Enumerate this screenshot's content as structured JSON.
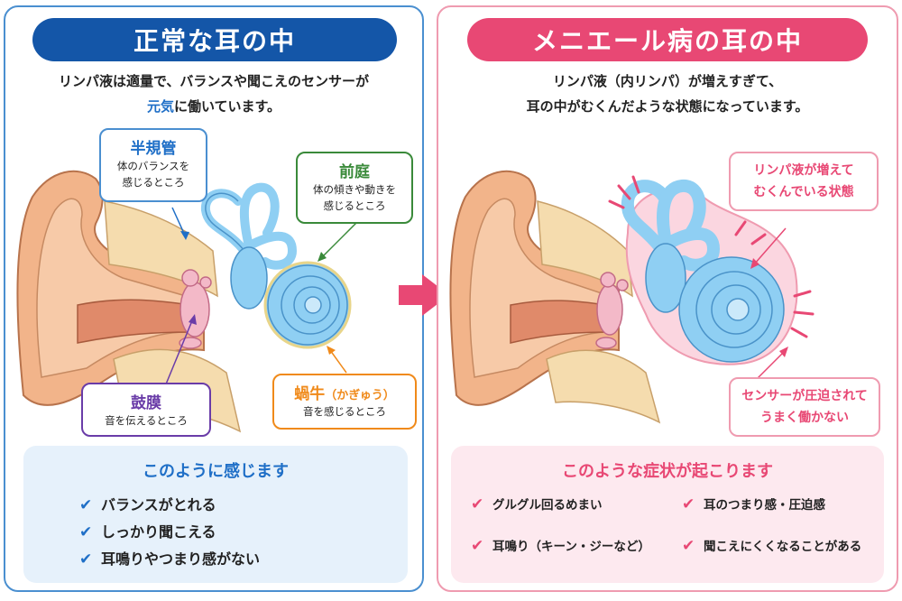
{
  "colors": {
    "normal_accent": "#1456a8",
    "meniere_accent": "#e84874",
    "fluid_blue": "#8fcff3",
    "skin": "#f2b48a"
  },
  "normal": {
    "title": "正常な耳の中",
    "intro_line1": "リンパ液は適量で、バランスや聞こえのセンサーが",
    "intro_line2_highlight": "元気",
    "intro_line2_rest": "に働いています。",
    "callouts": {
      "semicircular": {
        "title": "半規管",
        "desc1": "体のバランスを",
        "desc2": "感じるところ"
      },
      "vestibule": {
        "title": "前庭",
        "desc1": "体の傾きや動きを",
        "desc2": "感じるところ"
      },
      "eardrum": {
        "title": "鼓膜",
        "desc1": "音を伝えるところ"
      },
      "cochlea": {
        "title": "蝸牛",
        "title_reading": "（かぎゅう）",
        "desc1": "音を感じるところ"
      }
    },
    "summary_title": "このように感じます",
    "summary_items": [
      "バランスがとれる",
      "しっかり聞こえる",
      "耳鳴りやつまり感がない"
    ],
    "check_icon": "check-icon"
  },
  "meniere": {
    "title": "メニエール病の耳の中",
    "intro_line1": "リンパ液（内リンパ）が増えすぎて、",
    "intro_line2": "耳の中がむくんだような状態になっています。",
    "callouts": {
      "swelling": {
        "line1": "リンパ液が増えて",
        "line2": "むくんでいる状態"
      },
      "pressure": {
        "line1": "センサーが圧迫されて",
        "line2": "うまく働かない"
      }
    },
    "summary_title": "このような症状が起こります",
    "summary_items": [
      "グルグル回るめまい",
      "耳のつまり感・圧迫感",
      "耳鳴り（キーン・ジーなど）",
      "聞こえにくくなることがある"
    ],
    "check_icon": "check-icon"
  },
  "arrow_icon": "right-arrow-icon"
}
